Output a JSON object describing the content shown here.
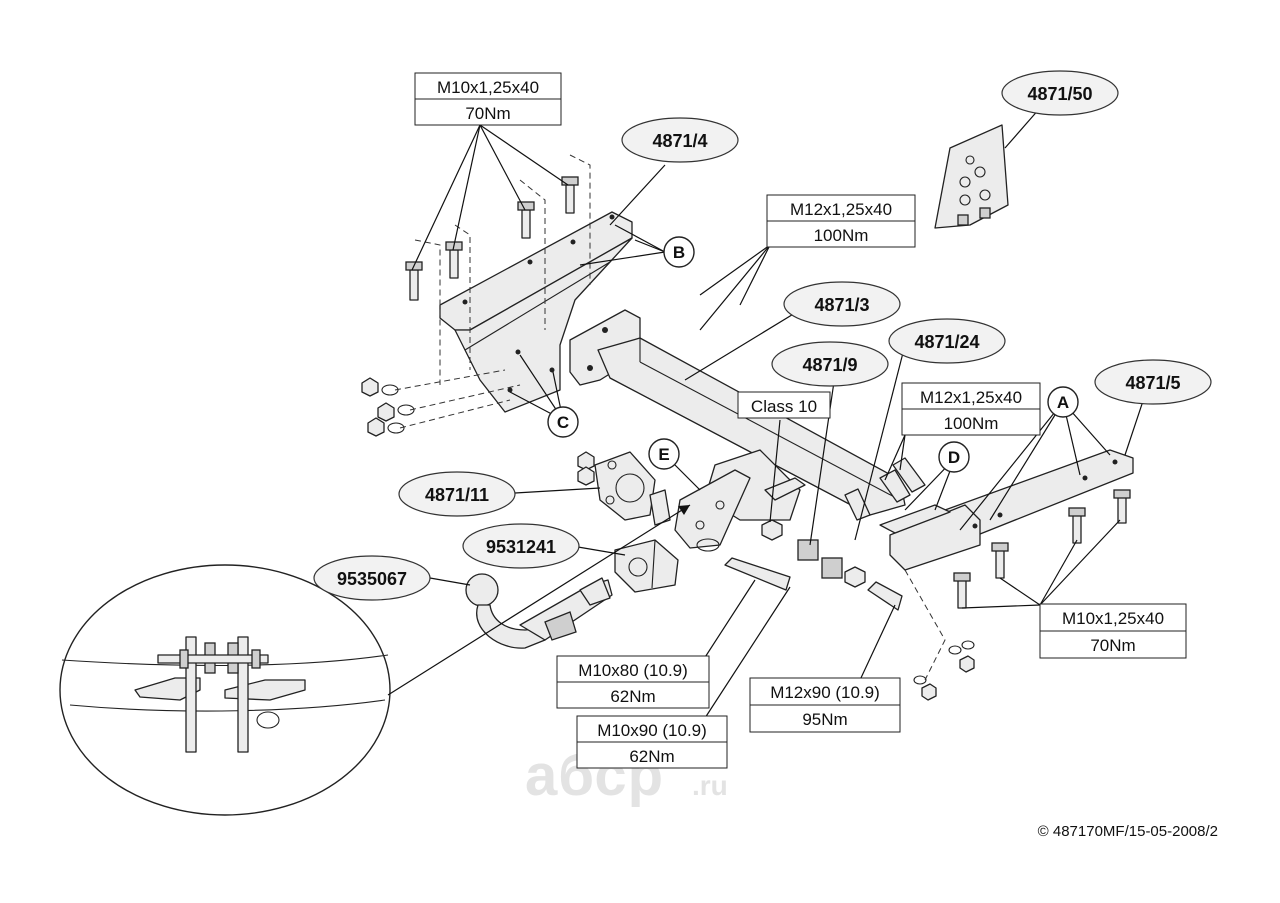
{
  "part_labels": {
    "p4871_50": "4871/50",
    "p4871_4": "4871/4",
    "p4871_3": "4871/3",
    "p4871_24": "4871/24",
    "p4871_9": "4871/9",
    "p4871_5": "4871/5",
    "p4871_11": "4871/11",
    "p9531241": "9531241",
    "p9535067": "9535067"
  },
  "points": {
    "a": "A",
    "b": "B",
    "c": "C",
    "d": "D",
    "e": "E"
  },
  "specs": {
    "top_left": {
      "size": "M10x1,25x40",
      "torque": "70Nm"
    },
    "top_center": {
      "size": "M12x1,25x40",
      "torque": "100Nm"
    },
    "mid_right": {
      "size": "M12x1,25x40",
      "torque": "100Nm"
    },
    "bottom_right": {
      "size": "M10x1,25x40",
      "torque": "70Nm"
    },
    "m10x80": {
      "size": "M10x80 (10.9)",
      "torque": "62Nm"
    },
    "m10x90": {
      "size": "M10x90 (10.9)",
      "torque": "62Nm"
    },
    "m12x90": {
      "size": "M12x90 (10.9)",
      "torque": "95Nm"
    }
  },
  "class_label": "Class 10",
  "watermark": {
    "main": "абср",
    "suffix": ".ru"
  },
  "copyright": "© 487170MF/15-05-2008/2"
}
